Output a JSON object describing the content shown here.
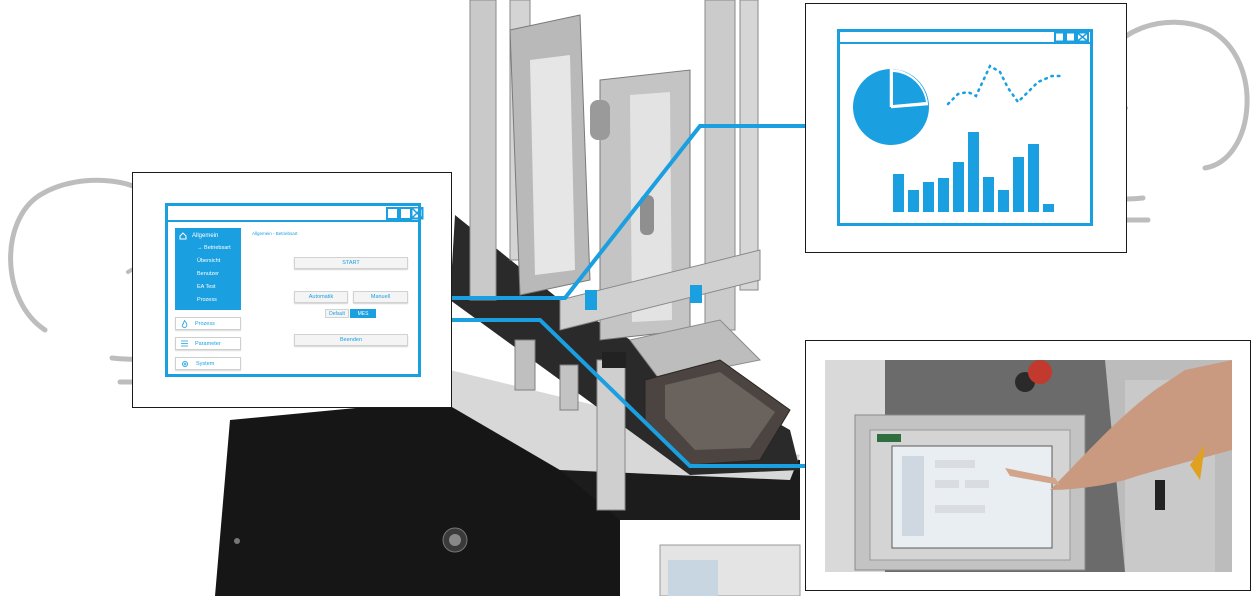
{
  "colors": {
    "accent": "#1a9fe0",
    "head_outline": "#bdbdbd",
    "frame": "#1a1a1a"
  },
  "hmi": {
    "breadcrumb": "Allgemein - Betriebsart",
    "sidebar": {
      "active_section": "Allgemein",
      "active_icon": "home-icon",
      "sub_items": [
        "→ Betriebsart",
        "Übersicht",
        "Benutzer",
        "EA Test",
        "Prozess"
      ],
      "items": [
        {
          "label": "Prozess",
          "icon": "flame-icon"
        },
        {
          "label": "Parameter",
          "icon": "list-icon"
        },
        {
          "label": "System",
          "icon": "gear-icon"
        }
      ]
    },
    "buttons": {
      "start": "START",
      "automatik": "Automatik",
      "manuell": "Manuell",
      "default": "Default",
      "mes": "MES",
      "beenden": "Beenden"
    }
  },
  "icons": {
    "left_head": "person-profile-icon",
    "right_head": "person-profile-icon",
    "window_controls": [
      "minimize-icon",
      "maximize-icon",
      "close-icon"
    ]
  }
}
